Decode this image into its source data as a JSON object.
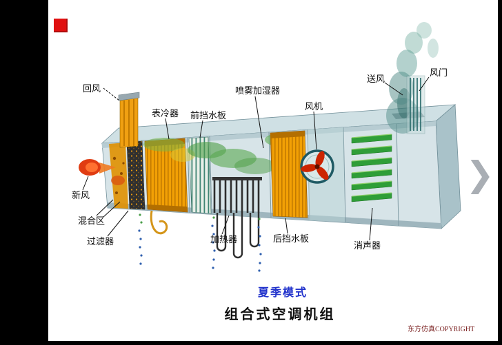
{
  "viewer": {
    "next_icon": "❯"
  },
  "marker": {
    "color": "#e01010"
  },
  "diagram": {
    "labels": {
      "return_air": "回风",
      "surface_cooler": "表冷器",
      "front_water_baffle": "前挡水板",
      "spray_humidifier": "喷雾加湿器",
      "fan": "风机",
      "supply_air": "送风",
      "damper": "风门",
      "fresh_air": "新风",
      "mixing_zone": "混合区",
      "filter": "过滤器",
      "heater": "加热器",
      "rear_water_baffle": "后挡水板",
      "silencer": "消声器"
    },
    "captions": {
      "mode": "夏季模式",
      "title": "组合式空调机组",
      "copyright": "东方仿真COPYRIGHT"
    },
    "colors": {
      "mode_text": "#2233cc",
      "title_text": "#111111",
      "copyright_text": "#7a2020",
      "coil_orange": "#f2a005",
      "mist_green": "#4f9e46",
      "smoke_teal": "#56908c",
      "fan_blade_red": "#cc2500",
      "body_blue": "#d7e4e8"
    }
  }
}
